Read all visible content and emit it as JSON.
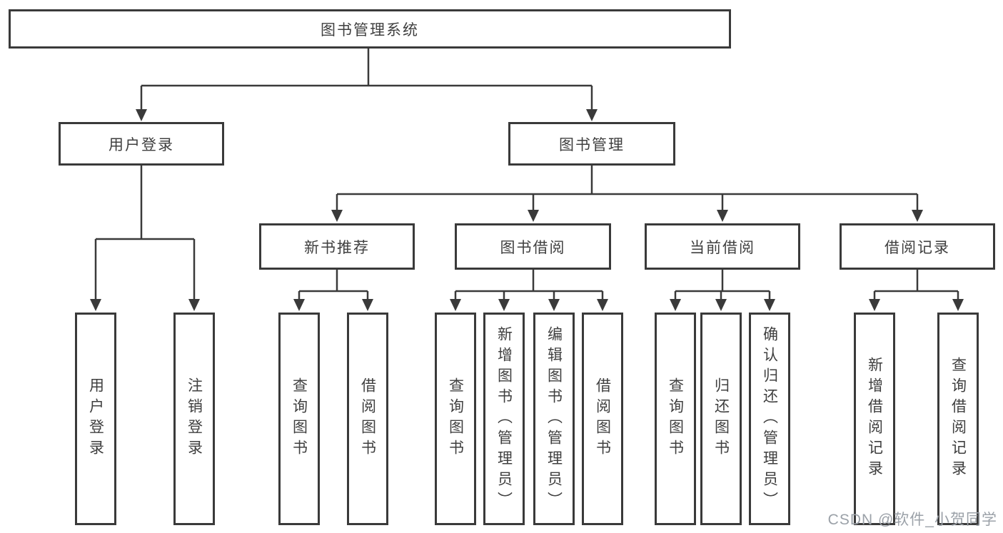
{
  "nodes": {
    "root": "图书管理系统",
    "user_login": "用户登录",
    "book_management": "图书管理",
    "new_book_recommend": "新书推荐",
    "book_borrowing": "图书借阅",
    "current_borrowing": "当前借阅",
    "borrowing_records": "借阅记录",
    "leaf_user_login": "用户登录",
    "leaf_logout": "注销登录",
    "nbr_query_books": "查询图书",
    "nbr_borrow_books": "借阅图书",
    "bb_query_books": "查询图书",
    "bb_add_books": "新增图书（管理员）",
    "bb_edit_books": "编辑图书（管理员）",
    "bb_borrow_books": "借阅图书",
    "cb_query_books": "查询图书",
    "cb_return_books": "归还图书",
    "cb_confirm_return": "确认归还（管理员）",
    "br_add_record": "新增借阅记录",
    "br_query_record": "查询借阅记录"
  },
  "watermark": "CSDN @软件_小贺同学",
  "colors": {
    "line": "#3a3a3a",
    "text": "#3f3f3f",
    "box_background": "#ffffff",
    "watermark": "#9ba1a8",
    "page_background": "#ffffff"
  }
}
